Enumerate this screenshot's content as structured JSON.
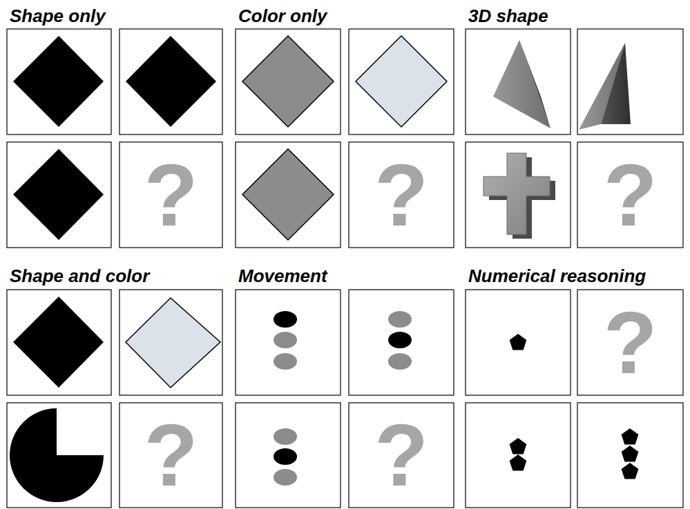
{
  "diagram": {
    "labels": [
      "Shape only",
      "Color only",
      "3D shape",
      "?",
      "?",
      "?",
      "Shape and color",
      "Movement",
      "Numerical reasoning",
      "?",
      "?",
      "?"
    ]
  }
}
